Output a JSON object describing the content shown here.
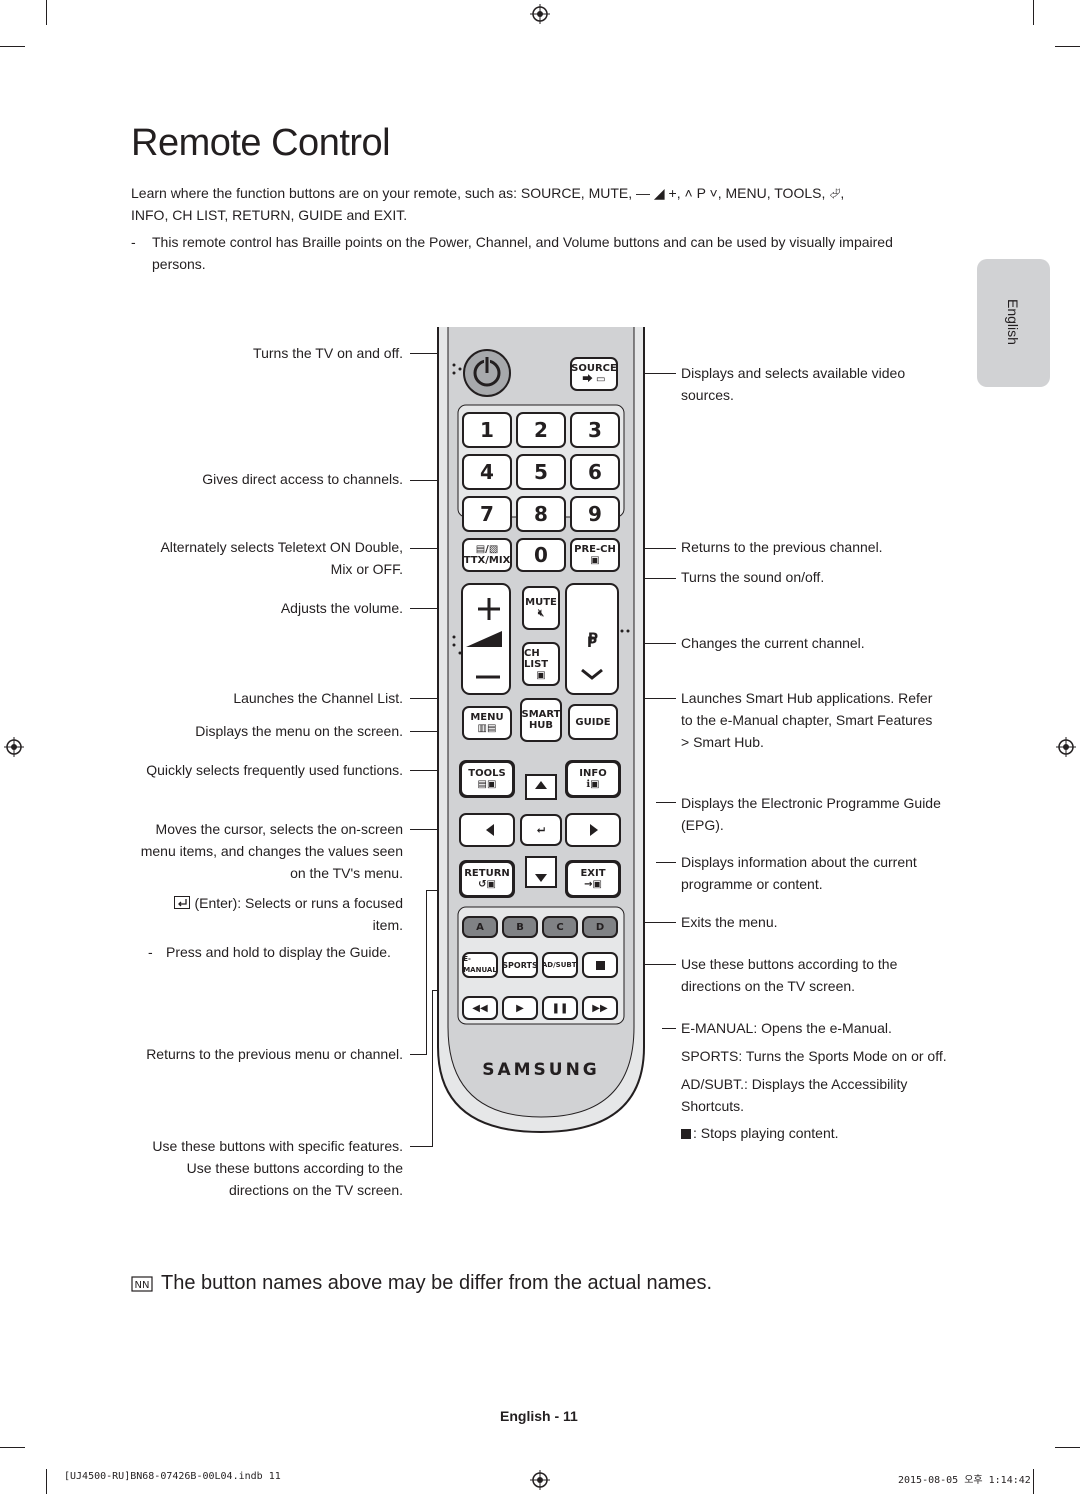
{
  "title": "Remote Control",
  "intro": {
    "line1": "Learn where the function buttons are on your remote, such as: SOURCE, MUTE, — ◢ +, ˄ P ˅, MENU, TOOLS, ⮰,",
    "line2": "INFO, CH LIST, RETURN, GUIDE and EXIT."
  },
  "note": {
    "dash": "-",
    "text": "This remote control has Braille points on the Power, Channel, and Volume buttons and can be used by visually impaired persons."
  },
  "side_tab": "English",
  "left_labels": {
    "power": "Turns the TV on and off.",
    "numbers": "Gives direct access to channels.",
    "ttx_1": "Alternately selects Teletext ON Double,",
    "ttx_2": "Mix or OFF.",
    "volume": "Adjusts the volume.",
    "chlist": "Launches the Channel List.",
    "menu": "Displays the menu on the screen.",
    "tools": "Quickly selects frequently used functions.",
    "cursor_1": "Moves the cursor, selects the on-screen",
    "cursor_2": "menu items, and changes the values seen",
    "cursor_3": "on the TV's menu.",
    "enter_1": "(Enter): Selects or runs a focused",
    "enter_2": "item.",
    "press_dash": "-",
    "press": "Press and hold to display the Guide.",
    "return": "Returns to the previous menu or channel.",
    "specific": "Use these buttons with specific features.",
    "directions_1": "Use these buttons according to the",
    "directions_2": "directions on the TV screen."
  },
  "right_labels": {
    "source_1": "Displays and selects available video",
    "source_2": "sources.",
    "prech": "Returns to the previous channel.",
    "mute": "Turns the sound on/off.",
    "channel": "Changes the current channel.",
    "smarthub_1": "Launches Smart Hub applications. Refer",
    "smarthub_2": "to the e-Manual chapter, Smart Features",
    "smarthub_3": "> Smart Hub.",
    "guide_1": "Displays the Electronic Programme Guide",
    "guide_2": "(EPG).",
    "info_1": "Displays information about the current",
    "info_2": "programme or content.",
    "exit": "Exits the menu.",
    "abcd_1": "Use these buttons according to the",
    "abcd_2": "directions on the TV screen.",
    "emanual": "E-MANUAL: Opens the e-Manual.",
    "sports": "SPORTS: Turns the Sports Mode on or off.",
    "adsubt_1": "AD/SUBT.: Displays the Accessibility",
    "adsubt_2": "Shortcuts.",
    "stop": ": Stops playing content."
  },
  "remote": {
    "source": "SOURCE",
    "digits": [
      "1",
      "2",
      "3",
      "4",
      "5",
      "6",
      "7",
      "8",
      "9"
    ],
    "zero": "0",
    "ttx": "TTX/MIX",
    "prech": "PRE-CH",
    "mute": "MUTE",
    "p": "P",
    "chlist": "CH LIST",
    "menu": "MENU",
    "smart": "SMART",
    "hub": "HUB",
    "guide": "GUIDE",
    "tools": "TOOLS",
    "info": "INFO",
    "return": "RETURN",
    "exit": "EXIT",
    "color_buttons": [
      "A",
      "B",
      "C",
      "D"
    ],
    "emanual": "E-MANUAL",
    "sports": "SPORTS",
    "adsubt": "AD/SUBT.",
    "brand": "SAMSUNG"
  },
  "nb_note": "The button names above may be differ from the actual names.",
  "page_footer": "English - 11",
  "file_info": "[UJ4500-RU]BN68-07426B-00L04.indb   11",
  "date_info": "2015-08-05   오후 1:14:42"
}
